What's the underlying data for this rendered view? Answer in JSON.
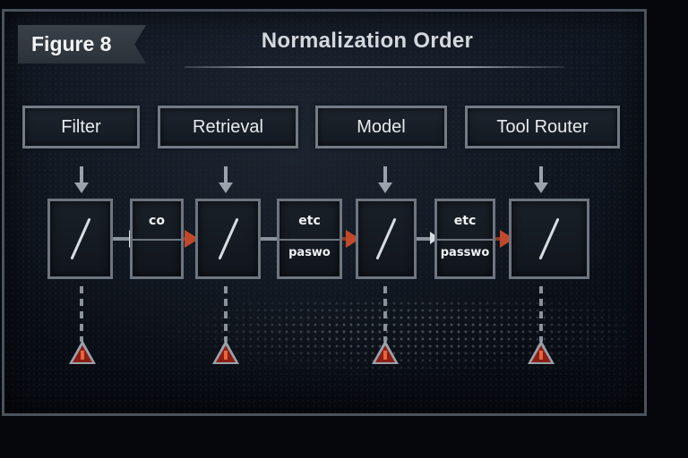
{
  "figure": {
    "label": "Figure 8",
    "title": "Normalization Order"
  },
  "stages": [
    {
      "label": "Filter"
    },
    {
      "label": "Retrieval"
    },
    {
      "label": "Model"
    },
    {
      "label": "Tool Router"
    }
  ],
  "path_boxes": [
    {
      "symbol": "/"
    },
    {
      "symbol": "/"
    },
    {
      "symbol": "/"
    },
    {
      "symbol": "/"
    }
  ],
  "token_boxes": [
    {
      "top": "co",
      "bottom": ""
    },
    {
      "top": "etc",
      "bottom": "paswo"
    },
    {
      "top": "etc",
      "bottom": "passwo"
    }
  ],
  "warnings": [
    {
      "icon": "warning-triangle-icon",
      "color": "#c0392b"
    },
    {
      "icon": "warning-triangle-icon",
      "color": "#c0392b"
    },
    {
      "icon": "warning-triangle-icon",
      "color": "#c0392b"
    },
    {
      "icon": "warning-triangle-icon",
      "color": "#c0392b"
    }
  ],
  "colors": {
    "background": "#0b1019",
    "frame": "#4a525d",
    "box_border": "#727b86",
    "text": "#e8ebee",
    "accent_red": "#c0492b",
    "arrow_white": "#d8dde2"
  }
}
